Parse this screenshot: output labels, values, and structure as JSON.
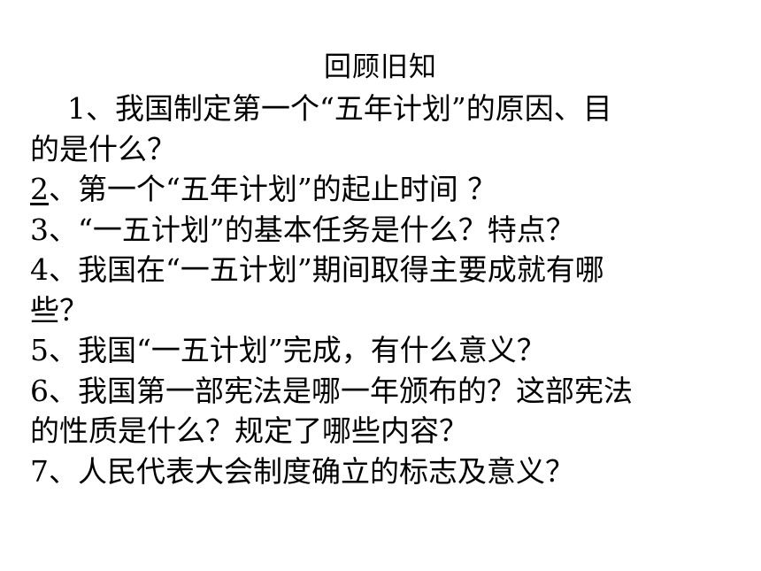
{
  "slide": {
    "title": "回顾旧知",
    "lines": [
      "1、我国制定第一个“五年计划”的原因、目",
      "的是什么？",
      "、第一个“五年计划”的起止时间 ？",
      "3、“一五计划”的基本任务是什么？特点？",
      "4、我国在“一五计划”期间取得主要成就有哪",
      "些？",
      "5、我国“一五计划”完成，有什么意义？",
      "6、我国第一部宪法是哪一年颁布的？这部宪法",
      "的性质是什么？规定了哪些内容？",
      "7、人民代表大会制度确立的标志及意义？"
    ],
    "q2_number": "2"
  }
}
